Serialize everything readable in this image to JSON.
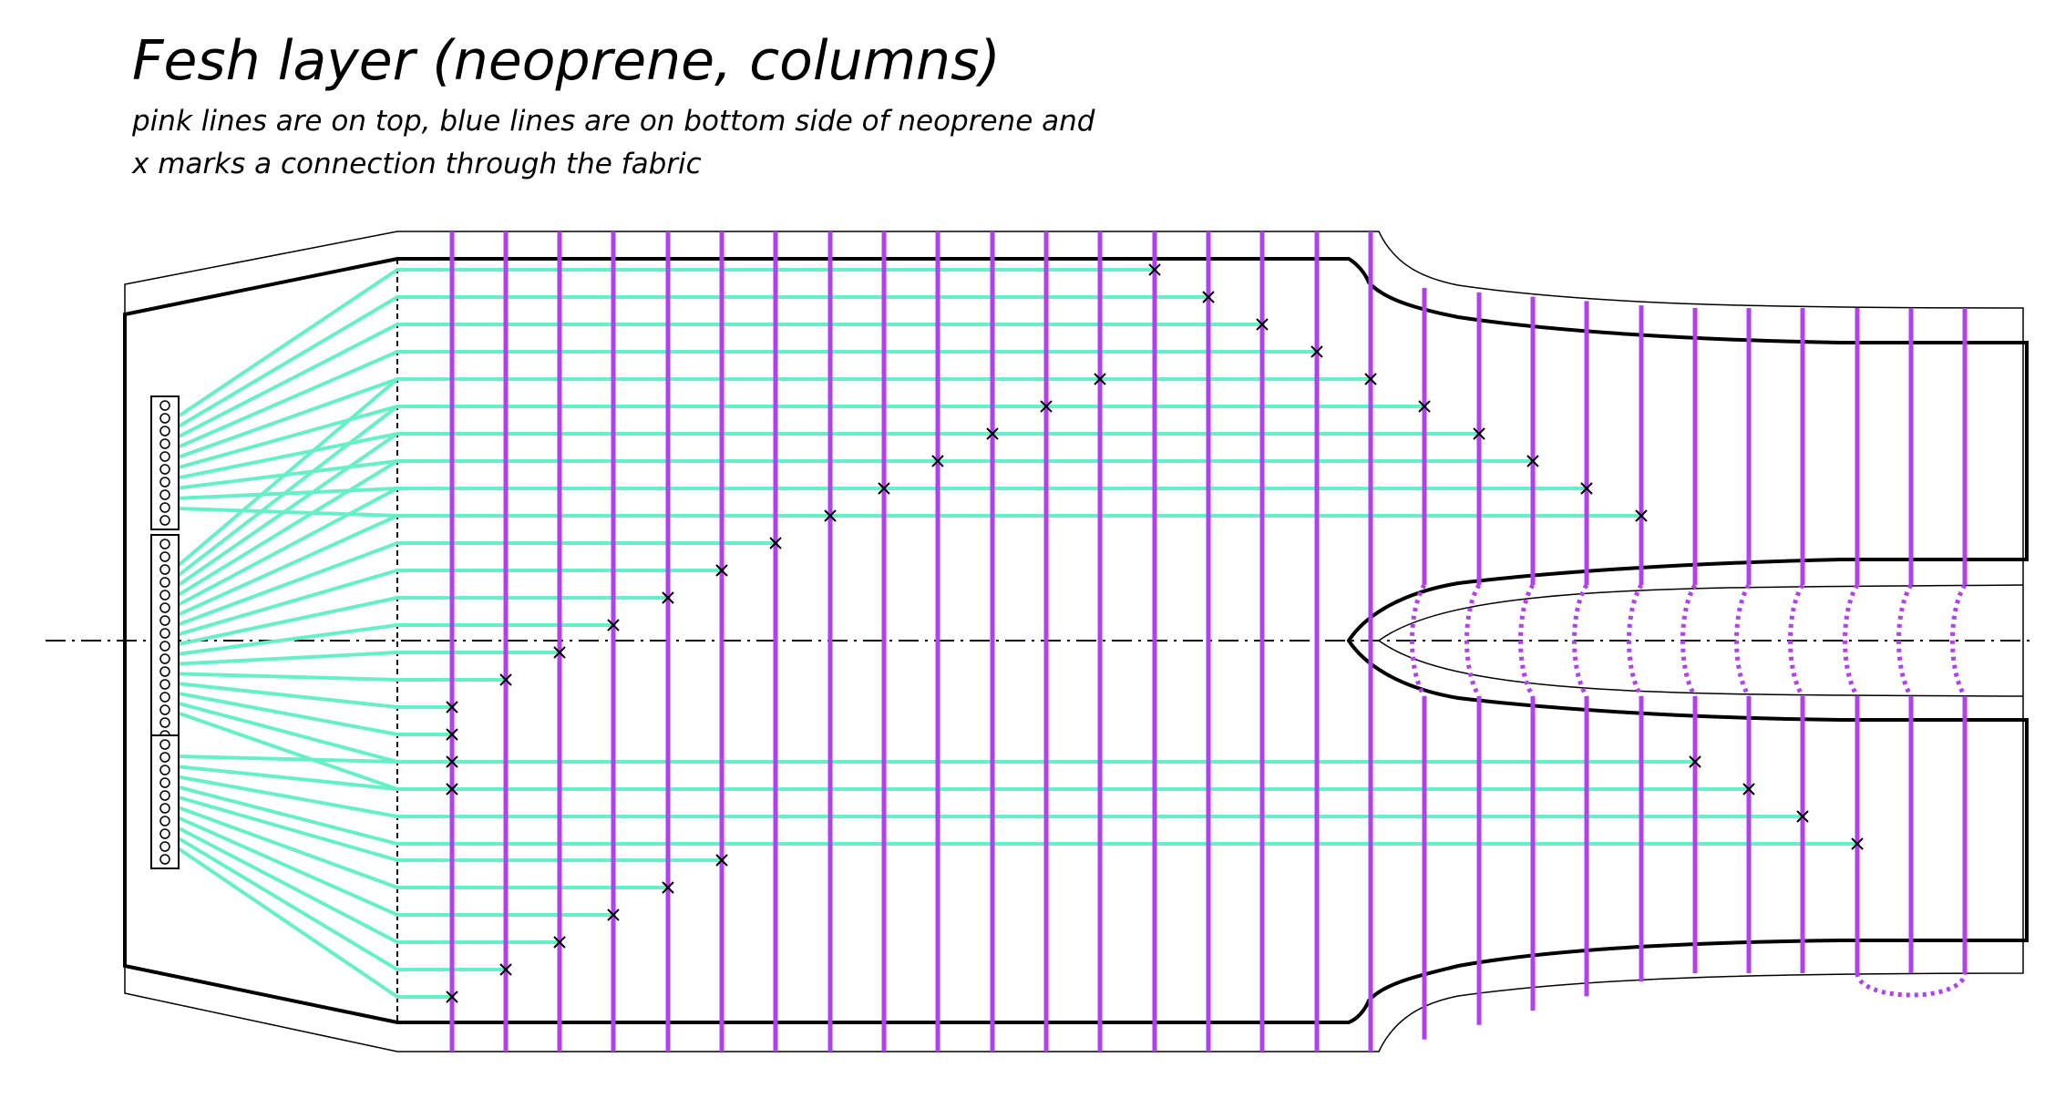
{
  "title": "Fesh layer (neoprene, columns)",
  "subtitle_lines": [
    "pink lines are on top, blue lines are on bottom side of neoprene and",
    "x marks a connection through the fabric"
  ],
  "colors": {
    "top_lines": "#b040f0",
    "bottom_lines": "#66f0c8",
    "outline": "#000000",
    "background": "#ffffff"
  },
  "connector_blocks": [
    {
      "name": "connector-top",
      "holes": 10
    },
    {
      "name": "connector-middle",
      "holes": 16
    },
    {
      "name": "connector-bottom",
      "holes": 10
    }
  ],
  "icons": [
    "connection-x-marker",
    "centerline",
    "connector-hole"
  ]
}
